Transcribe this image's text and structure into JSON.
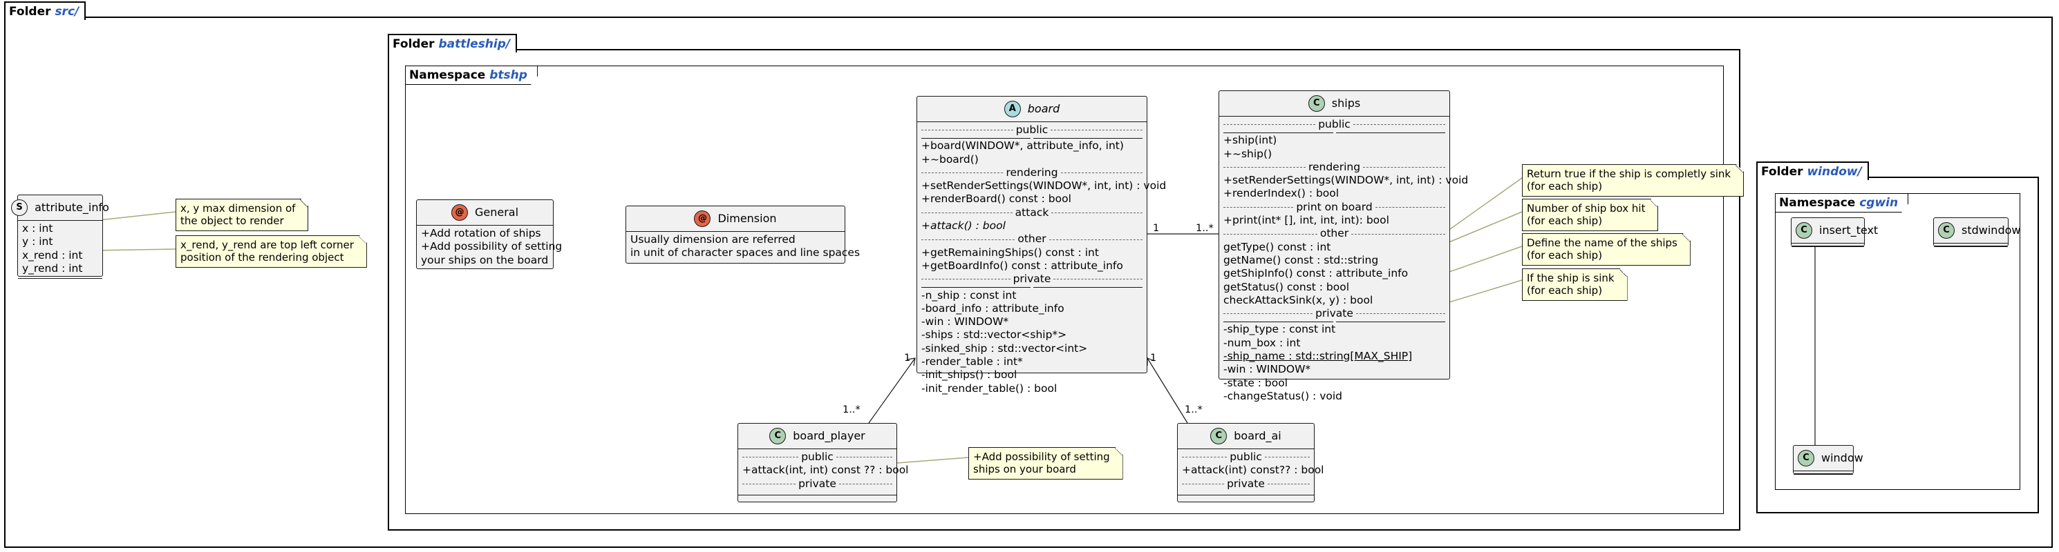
{
  "folders": {
    "src": {
      "kw": "Folder",
      "name": "src/"
    },
    "battleship": {
      "kw": "Folder",
      "name": "battleship/"
    },
    "window": {
      "kw": "Folder",
      "name": "window/"
    }
  },
  "namespaces": {
    "btshp": {
      "kw": "Namespace",
      "name": "btshp"
    },
    "cgwin": {
      "kw": "Namespace",
      "name": "cgwin"
    }
  },
  "attribute_info": {
    "stereotype": "S",
    "title": "attribute_info",
    "fields": [
      "x : int",
      "y : int",
      "x_rend : int",
      "y_rend : int"
    ]
  },
  "general": {
    "stereotype": "@",
    "title": "General",
    "lines": [
      "+Add rotation of ships",
      "+Add possibility of setting",
      "your ships on the board"
    ]
  },
  "dimension": {
    "stereotype": "@",
    "title": "Dimension",
    "lines": [
      "Usually dimension are referred",
      "in unit of character spaces and line spaces"
    ]
  },
  "board": {
    "stereotype": "A",
    "title": "board",
    "sec_public": "public",
    "public": [
      "+board(WINDOW*, attribute_info, int)",
      "+~board()"
    ],
    "sec_rendering": "rendering",
    "rendering": [
      "+setRenderSettings(WINDOW*, int, int) : void",
      "+renderBoard() const : bool"
    ],
    "sec_attack": "attack",
    "attack": [
      "+attack() : bool"
    ],
    "sec_other": "other",
    "other": [
      "+getRemainingShips() const : int",
      "+getBoardInfo() const : attribute_info"
    ],
    "sec_private": "private",
    "private": [
      "-n_ship : const int",
      "-board_info : attribute_info",
      "-win : WINDOW*",
      "-ships : std::vector<ship*>",
      "-sinked_ship : std::vector<int>",
      "-render_table : int*",
      "-init_ships() : bool",
      "-init_render_table() : bool"
    ]
  },
  "ships": {
    "stereotype": "C",
    "title": "ships",
    "sec_public": "public",
    "public": [
      "+ship(int)",
      "+~ship()"
    ],
    "sec_rendering": "rendering",
    "rendering": [
      "+setRenderSettings(WINDOW*, int, int) : void",
      "+renderIndex() : bool"
    ],
    "sec_print": "print on board",
    "print": [
      "+print(int* [], int, int, int): bool"
    ],
    "sec_other": "other",
    "other": [
      "getType() const : int",
      "getName() const : std::string",
      "getShipInfo() const : attribute_info",
      "getStatus() const : bool",
      "checkAttackSink(x, y) : bool"
    ],
    "sec_private": "private",
    "private": [
      "-ship_type : const int",
      "-num_box : int",
      "-ship_name : std::string[MAX_SHIP]",
      "-win : WINDOW*",
      "-state : bool",
      "-changeStatus() : void"
    ]
  },
  "board_player": {
    "stereotype": "C",
    "title": "board_player",
    "sec_public": "public",
    "public": [
      "+attack(int, int) const ?? : bool"
    ],
    "sec_private": "private"
  },
  "board_ai": {
    "stereotype": "C",
    "title": "board_ai",
    "sec_public": "public",
    "public": [
      "+attack(int) const?? : bool"
    ],
    "sec_private": "private"
  },
  "insert_text": {
    "stereotype": "C",
    "title": "insert_text"
  },
  "stdwindow": {
    "stereotype": "C",
    "title": "stdwindow"
  },
  "window_cls": {
    "stereotype": "C",
    "title": "window"
  },
  "notes": {
    "xy_max": [
      "x, y max dimension of",
      "the object to render"
    ],
    "rend": [
      "x_rend, y_rend are top left corner",
      "position of the rendering object"
    ],
    "sink": [
      "Return true if the ship is completly sink",
      "(for each ship)"
    ],
    "hit": [
      "Number of ship box hit",
      "(for each ship)"
    ],
    "name": [
      "Define the name of the ships",
      "(for each ship)"
    ],
    "state": [
      "If the ship is sink",
      "(for each ship)"
    ],
    "setting": [
      "+Add possibility of setting",
      "ships on your board"
    ]
  },
  "multiplicities": {
    "board_ships_left": "1",
    "board_ships_right": "1..*",
    "player_top": "1",
    "player_bottom": "1..*",
    "ai_top": "1",
    "ai_bottom": "1..*"
  }
}
